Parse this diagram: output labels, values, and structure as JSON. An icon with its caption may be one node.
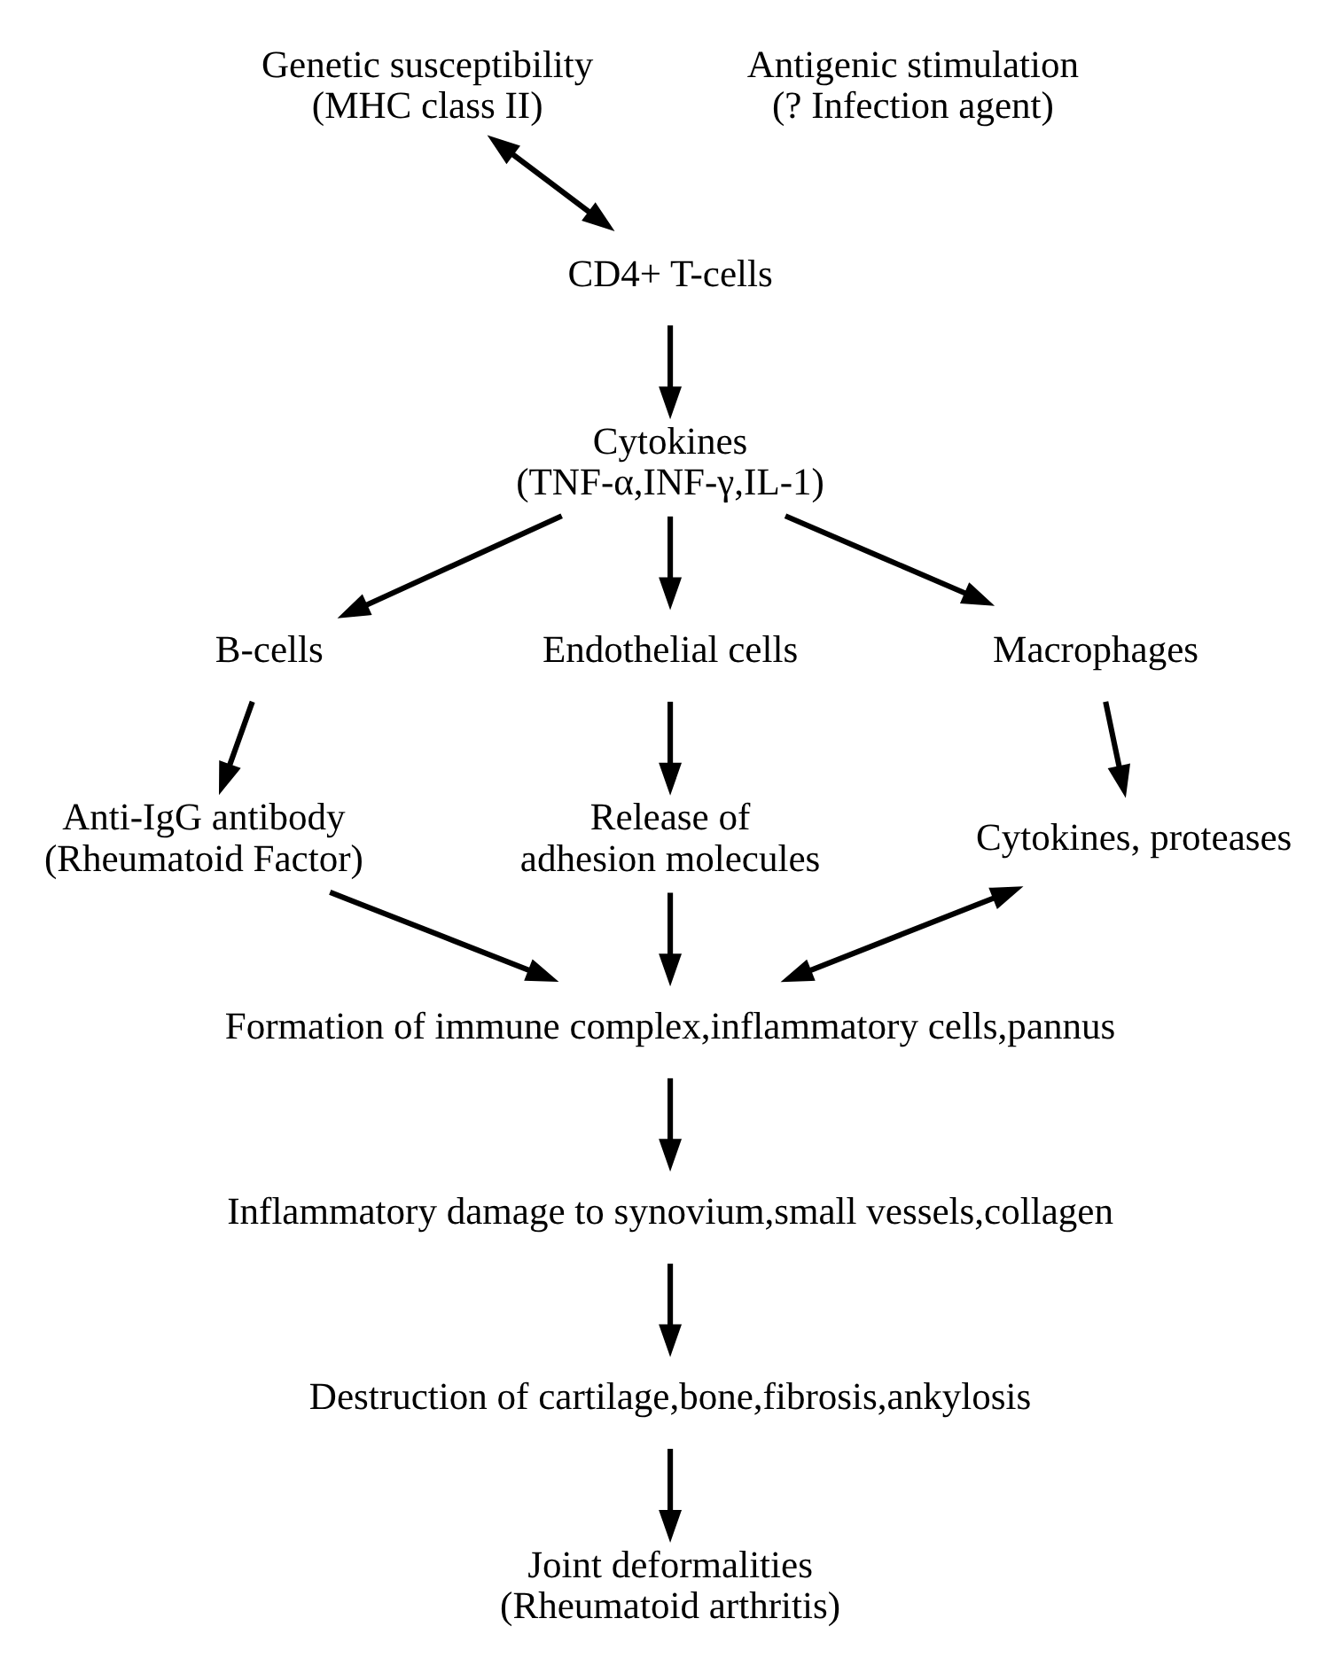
{
  "diagram": {
    "nodes": [
      {
        "text": [
          "Genetic susceptibility",
          "(MHC class II)"
        ]
      },
      {
        "text": [
          "Antigenic stimulation",
          "(? Infection agent)"
        ]
      },
      {
        "text": [
          "CD4+ T-cells"
        ]
      },
      {
        "text": [
          "Cytokines",
          "(TNF-α,INF-γ,IL-1)"
        ]
      },
      {
        "text": [
          "B-cells"
        ]
      },
      {
        "text": [
          "Endothelial cells"
        ]
      },
      {
        "text": [
          "Macrophages"
        ]
      },
      {
        "text": [
          "Anti-IgG antibody",
          "(Rheumatoid Factor)"
        ]
      },
      {
        "text": [
          "Release of adhesion molecules"
        ]
      },
      {
        "text": [
          "Cytokines, proteases"
        ]
      },
      {
        "text": [
          "Formation of immune complex,inflammatory cells,pannus"
        ]
      },
      {
        "text": [
          "Inflammatory damage to synovium,small vessels,collagen"
        ]
      },
      {
        "text": [
          "Destruction of cartilage,bone,fibrosis,ankylosis"
        ]
      },
      {
        "text": [
          "Joint deformalities",
          "(Rheumatoid arthritis)"
        ]
      }
    ],
    "edges": [
      {
        "from": 0,
        "to": 2,
        "arrow": "both"
      },
      {
        "from": 2,
        "to": 3,
        "arrow": "to"
      },
      {
        "from": 3,
        "to": 4,
        "arrow": "to"
      },
      {
        "from": 3,
        "to": 5,
        "arrow": "to"
      },
      {
        "from": 3,
        "to": 6,
        "arrow": "to"
      },
      {
        "from": 4,
        "to": 7,
        "arrow": "to"
      },
      {
        "from": 5,
        "to": 8,
        "arrow": "to"
      },
      {
        "from": 6,
        "to": 9,
        "arrow": "to"
      },
      {
        "from": 7,
        "to": 10,
        "arrow": "to"
      },
      {
        "from": 8,
        "to": 10,
        "arrow": "to"
      },
      {
        "from": 9,
        "to": 10,
        "arrow": "both"
      },
      {
        "from": 10,
        "to": 11,
        "arrow": "to"
      },
      {
        "from": 11,
        "to": 12,
        "arrow": "to"
      },
      {
        "from": 12,
        "to": 13,
        "arrow": "to"
      }
    ]
  }
}
